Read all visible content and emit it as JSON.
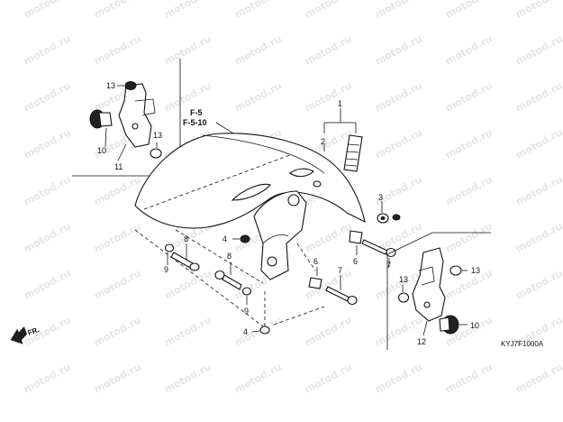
{
  "watermark": "motod.ru",
  "reference_labels": [
    "F-5",
    "F-5-10"
  ],
  "direction_label": "FR.",
  "diagram_code": "KYJ7F1000A",
  "callouts": {
    "c1": "1",
    "c2": "2",
    "c3": "3",
    "c4a": "4",
    "c4b": "4",
    "c6a": "6",
    "c6b": "6",
    "c7a": "7",
    "c7b": "7",
    "c8a": "8",
    "c8b": "8",
    "c9a": "9",
    "c9b": "9",
    "c10a": "10",
    "c10b": "10",
    "c11": "11",
    "c12": "12",
    "c13a": "13",
    "c13b": "13",
    "c13c": "13",
    "c13d": "13"
  }
}
